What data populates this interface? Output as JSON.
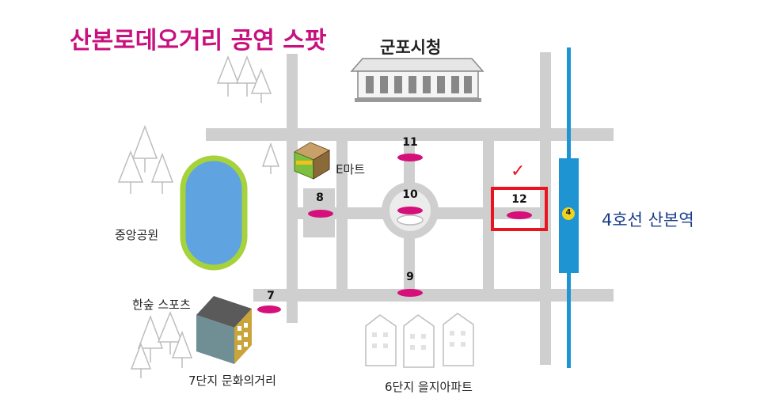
{
  "title": "산본로데오거리 공연 스팟",
  "landmarks": {
    "city_hall": "군포시청",
    "emart": "E마트",
    "central_park": "중앙공원",
    "sports": "한숲 스포츠",
    "culture_street": "7단지 문화의거리",
    "apartments": "6단지 을지아파트",
    "station": "4호선 산본역",
    "line_badge": "4"
  },
  "spots": [
    {
      "id": "spot-7",
      "label": "7"
    },
    {
      "id": "spot-8",
      "label": "8"
    },
    {
      "id": "spot-9",
      "label": "9"
    },
    {
      "id": "spot-10",
      "label": "10"
    },
    {
      "id": "spot-11",
      "label": "11"
    },
    {
      "id": "spot-12",
      "label": "12",
      "highlighted": true
    }
  ],
  "highlight_mark": "✓",
  "colors": {
    "title": "#c8107e",
    "spot": "#d6107a",
    "road": "#cfcfcf",
    "highlight": "#e8141e",
    "rail": "#1f94d2",
    "station_text": "#1a3e8a",
    "park_field": "#5fa3e0",
    "park_border": "#a6d23c",
    "line_badge": "#f2d21a"
  }
}
